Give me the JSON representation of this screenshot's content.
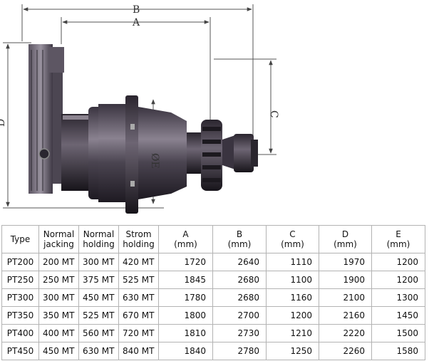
{
  "drawing": {
    "labels": {
      "a": "A",
      "b": "B",
      "c": "C",
      "d": "D",
      "e": "ØE"
    }
  },
  "table": {
    "headers": [
      [
        "Type"
      ],
      [
        "Normal",
        "jacking"
      ],
      [
        "Normal",
        "holding"
      ],
      [
        "Strom",
        "holding"
      ],
      [
        "A",
        "(mm)"
      ],
      [
        "B",
        "(mm)"
      ],
      [
        "C",
        "(mm)"
      ],
      [
        "D",
        "(mm)"
      ],
      [
        "E",
        "(mm)"
      ]
    ],
    "rows": [
      [
        "PT200",
        "200 MT",
        "300 MT",
        "420 MT",
        "1720",
        "2640",
        "1110",
        "1970",
        "1200"
      ],
      [
        "PT250",
        "250 MT",
        "375 MT",
        "525 MT",
        "1845",
        "2680",
        "1100",
        "1900",
        "1200"
      ],
      [
        "PT300",
        "300 MT",
        "450 MT",
        "630 MT",
        "1780",
        "2680",
        "1160",
        "2100",
        "1300"
      ],
      [
        "PT350",
        "350 MT",
        "525 MT",
        "670 MT",
        "1800",
        "2700",
        "1200",
        "2160",
        "1450"
      ],
      [
        "PT400",
        "400 MT",
        "560 MT",
        "720 MT",
        "1810",
        "2730",
        "1210",
        "2220",
        "1500"
      ],
      [
        "PT450",
        "450 MT",
        "630 MT",
        "840 MT",
        "1840",
        "2780",
        "1250",
        "2260",
        "1580"
      ]
    ]
  }
}
